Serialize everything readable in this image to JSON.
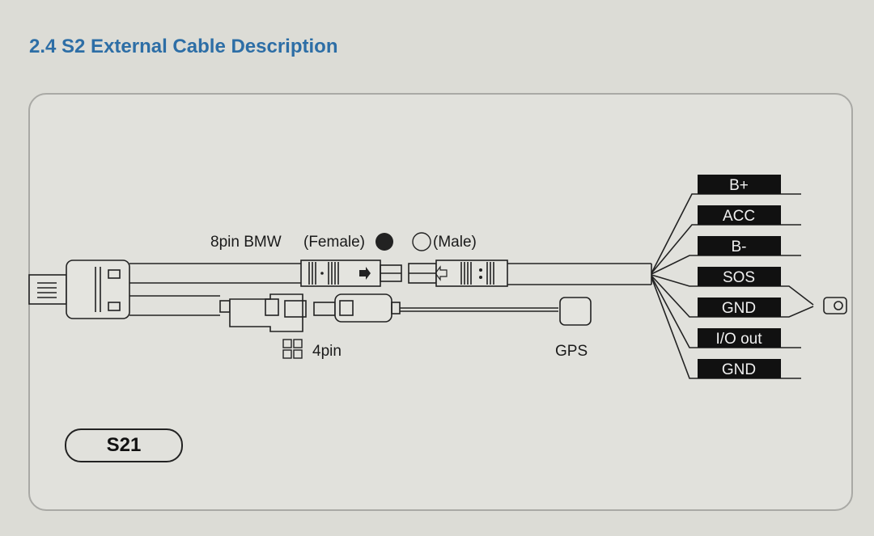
{
  "section_title": "2.4  S2 External Cable Description",
  "connectors": {
    "bmw_label": "8pin BMW",
    "female_label": "(Female)",
    "male_label": "(Male)",
    "pin4_label": "4pin",
    "gps_label": "GPS"
  },
  "wires": [
    "B+",
    "ACC",
    "B-",
    "SOS",
    "GND",
    "I/O out",
    "GND"
  ],
  "model_badge": "S21"
}
